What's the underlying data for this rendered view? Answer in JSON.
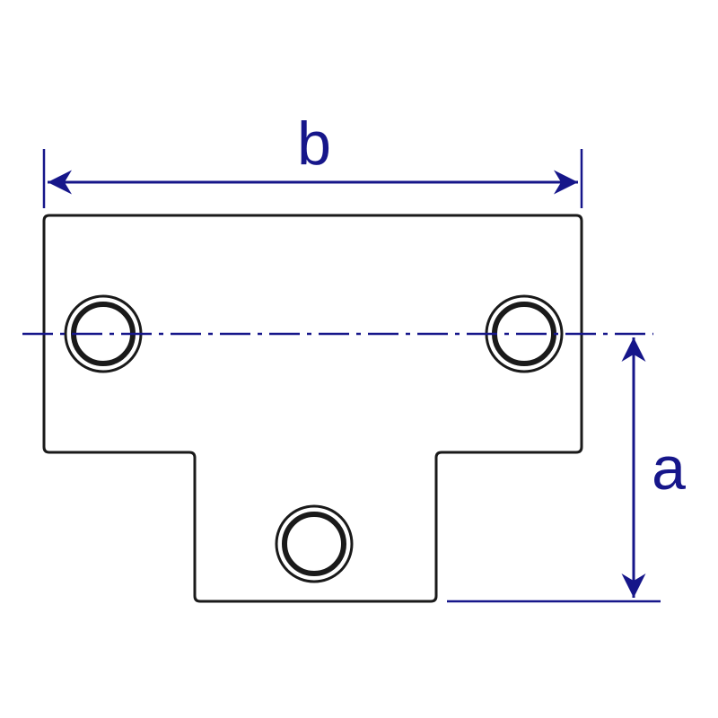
{
  "diagram": {
    "dimensions": {
      "width_label": "b",
      "height_label": "a"
    },
    "colors": {
      "outline": "#1a1a1a",
      "dimension": "#16168a",
      "centerline": "#16168a",
      "background": "#ffffff",
      "hole_fill": "#ffffff"
    },
    "holes": [
      "left-hole",
      "right-hole",
      "bottom-hole"
    ]
  }
}
